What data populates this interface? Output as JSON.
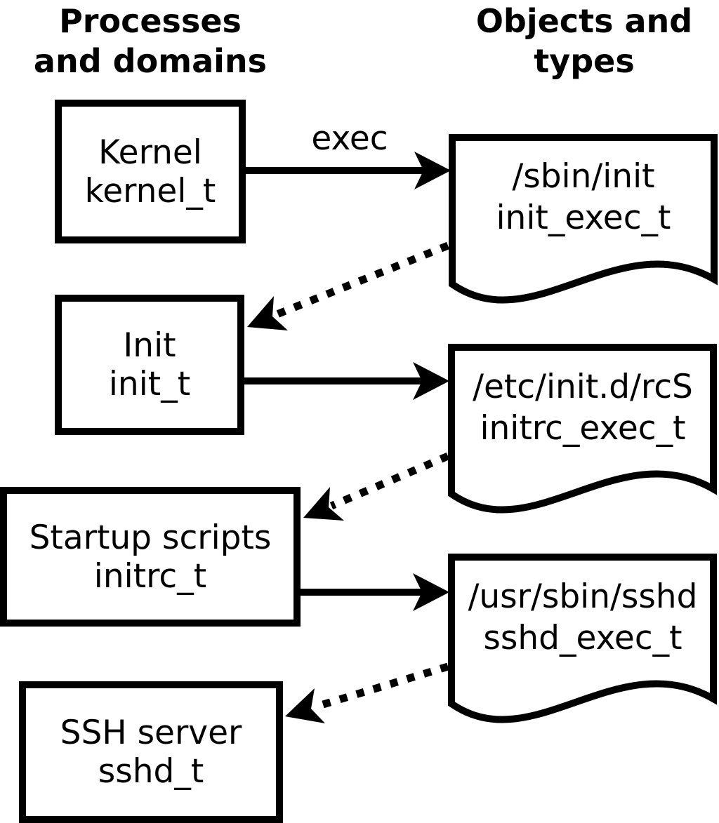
{
  "diagram": {
    "left_header": {
      "line1": "Processes",
      "line2": "and domains"
    },
    "right_header": {
      "line1": "Objects and",
      "line2": "types"
    },
    "processes": [
      {
        "name": "Kernel",
        "type": "kernel_t"
      },
      {
        "name": "Init",
        "type": "init_t"
      },
      {
        "name": "Startup scripts",
        "type": "initrc_t"
      },
      {
        "name": "SSH server",
        "type": "sshd_t"
      }
    ],
    "objects": [
      {
        "path": "/sbin/init",
        "type": "init_exec_t"
      },
      {
        "path": "/etc/init.d/rcS",
        "type": "initrc_exec_t"
      },
      {
        "path": "/usr/sbin/sshd",
        "type": "sshd_exec_t"
      }
    ],
    "edges": [
      {
        "from": "kernel_t",
        "to": "init_exec_t",
        "style": "solid",
        "label": "exec"
      },
      {
        "from": "init_exec_t",
        "to": "init_t",
        "style": "dotted",
        "label": ""
      },
      {
        "from": "init_t",
        "to": "initrc_exec_t",
        "style": "solid",
        "label": ""
      },
      {
        "from": "initrc_exec_t",
        "to": "initrc_t",
        "style": "dotted",
        "label": ""
      },
      {
        "from": "initrc_t",
        "to": "sshd_exec_t",
        "style": "solid",
        "label": ""
      },
      {
        "from": "sshd_exec_t",
        "to": "sshd_t",
        "style": "dotted",
        "label": ""
      }
    ],
    "colors": {
      "stroke": "#000000",
      "background": "#ffffff"
    }
  }
}
